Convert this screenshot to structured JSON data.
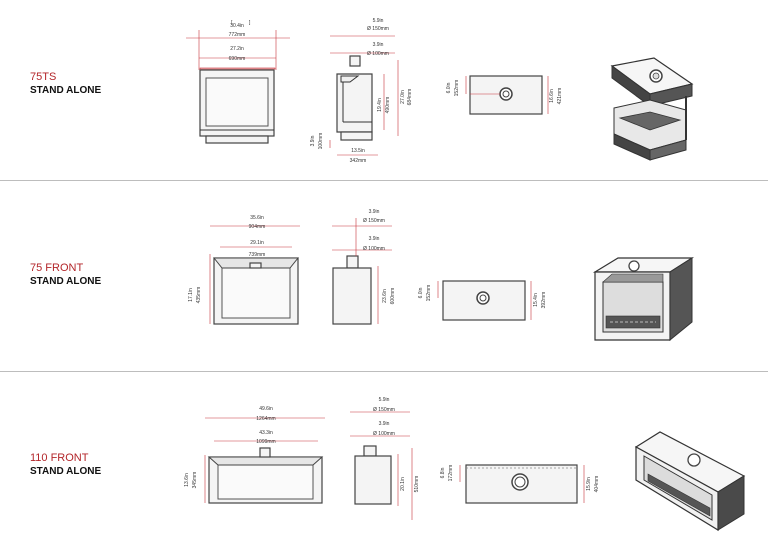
{
  "rows": [
    {
      "model": "75TS",
      "subtitle": "STAND ALONE",
      "front": {
        "outer_in": "30.4in",
        "outer_mm": "772mm",
        "inner_in": "27.2in",
        "inner_mm": "690mm"
      },
      "side": {
        "flue_outer_in": "5.9in",
        "flue_outer_mm": "Ø 150mm",
        "flue_inner_in": "3.9in",
        "flue_inner_mm": "Ø 100mm",
        "h1_in": "19.4in",
        "h1_mm": "490mm",
        "h2_in": "27.0in",
        "h2_mm": "684mm",
        "base_in": "3.9in",
        "base_mm": "100mm",
        "depth_in": "13.5in",
        "depth_mm": "342mm"
      },
      "top": {
        "left_in": "6.0in",
        "left_mm": "152mm",
        "right_in": "16.6in",
        "right_mm": "421mm"
      }
    },
    {
      "model": "75 FRONT",
      "subtitle": "STAND ALONE",
      "front": {
        "outer_in": "35.6in",
        "outer_mm": "904mm",
        "inner_in": "29.1in",
        "inner_mm": "739mm",
        "height_in": "17.1in",
        "height_mm": "435mm"
      },
      "side": {
        "flue_outer_in": "3.9in",
        "flue_outer_mm": "Ø 150mm",
        "flue_inner_in": "3.9in",
        "flue_inner_mm": "Ø 100mm",
        "h_in": "23.6in",
        "h_mm": "600mm"
      },
      "top": {
        "left_in": "6.0in",
        "left_mm": "152mm",
        "right_in": "15.4in",
        "right_mm": "392mm"
      }
    },
    {
      "model": "110 FRONT",
      "subtitle": "STAND ALONE",
      "front": {
        "outer_in": "49.6in",
        "outer_mm": "1264mm",
        "inner_in": "43.3in",
        "inner_mm": "1099mm",
        "height_in": "13.6in",
        "height_mm": "345mm"
      },
      "side": {
        "flue_outer_in": "5.9in",
        "flue_outer_mm": "Ø 150mm",
        "flue_inner_in": "3.9in",
        "flue_inner_mm": "Ø 100mm",
        "h_in": "20.1in",
        "h_mm": "510mm"
      },
      "top": {
        "left_in": "6.8in",
        "left_mm": "172mm",
        "right_in": "15.9in",
        "right_mm": "404mm"
      }
    }
  ]
}
